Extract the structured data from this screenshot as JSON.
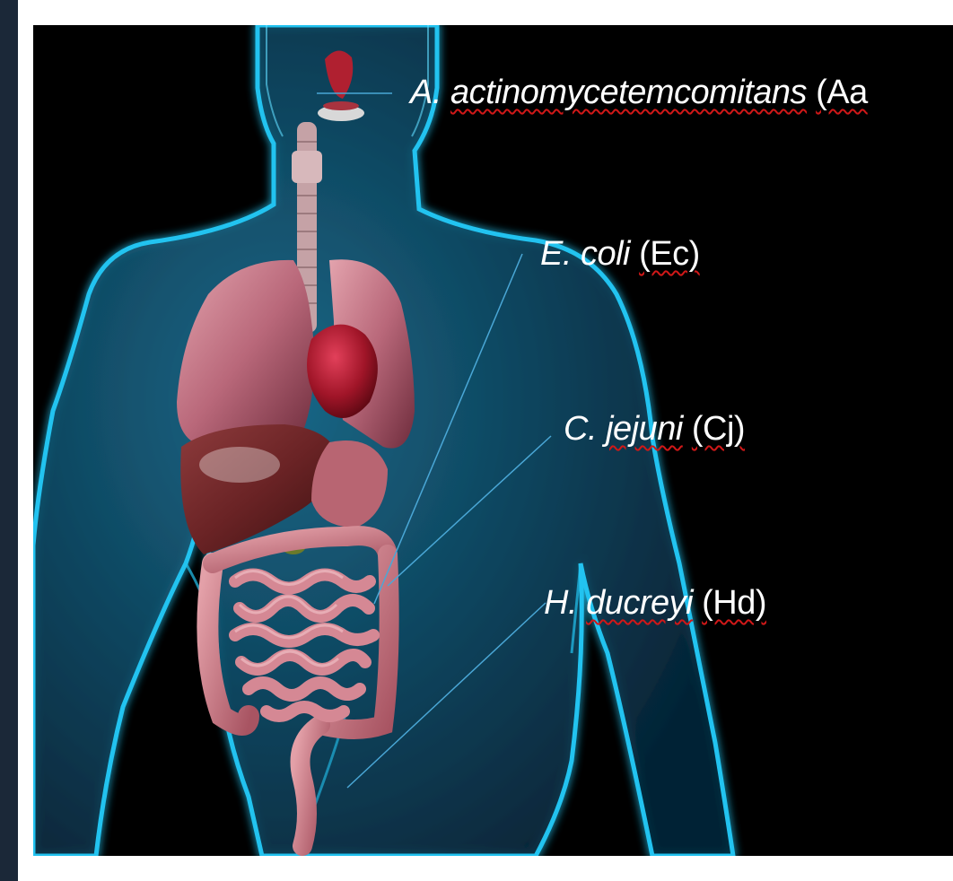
{
  "colors": {
    "background": "#000000",
    "body_glow": "#1fb6e8",
    "organ_pink": "#c9707c",
    "heart_red": "#a01528",
    "spellcheck_underline": "#d01818"
  },
  "labels": [
    {
      "genus": "A.",
      "species": "actinomycetemcomitans",
      "abbr": "(Aa"
    },
    {
      "genus": "E.",
      "species": "coli",
      "abbr": "(Ec)"
    },
    {
      "genus": "C.",
      "species": "jejuni",
      "abbr": "(Cj)"
    },
    {
      "genus": "H.",
      "species": "ducreyi",
      "abbr": "(Hd)"
    }
  ]
}
